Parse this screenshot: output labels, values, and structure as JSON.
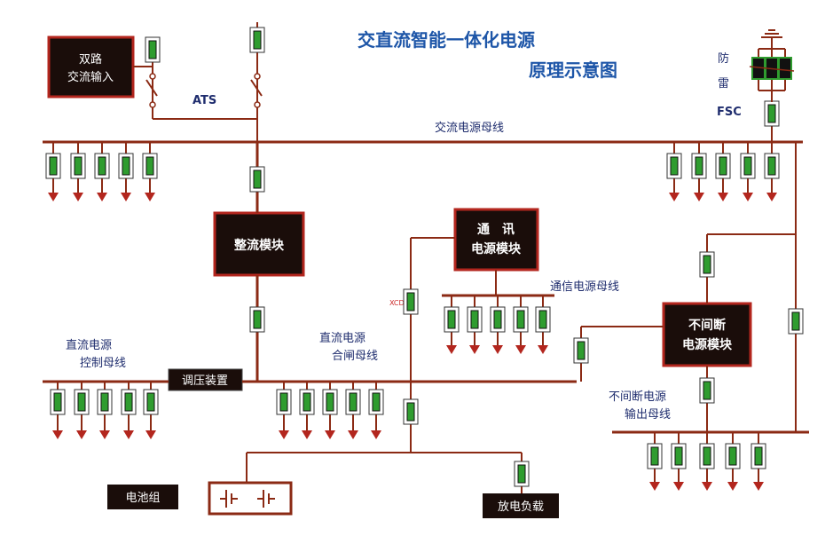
{
  "title_line1": "交直流智能一体化电源",
  "title_line2": "原理示意图",
  "labels": {
    "dual_ac_input": [
      "双路",
      "交流输入"
    ],
    "ats": "ATS",
    "surge": [
      "防",
      "雷"
    ],
    "fsc": "FSC",
    "ac_bus": "交流电源母线",
    "rectifier": "整流模块",
    "comm_module": [
      "通　讯",
      "电源模块"
    ],
    "comm_bus": "通信电源母线",
    "dc_control_bus": [
      "直流电源",
      "控制母线"
    ],
    "regulator": "调压装置",
    "dc_close_bus": [
      "直流电源",
      "合闸母线"
    ],
    "ups_module": [
      "不间断",
      "电源模块"
    ],
    "ups_output_bus": [
      "不间断电源",
      "输出母线"
    ],
    "battery": "电池组",
    "discharge_load": "放电负载",
    "watermark": "XCD-DV"
  },
  "colors": {
    "bus": "#8b2a14",
    "breaker": "#2f9c2f",
    "box_border": "#b3261e",
    "box_fill": "#1a0d0a",
    "arrow": "#b3261e",
    "title": "#1e56a8"
  }
}
